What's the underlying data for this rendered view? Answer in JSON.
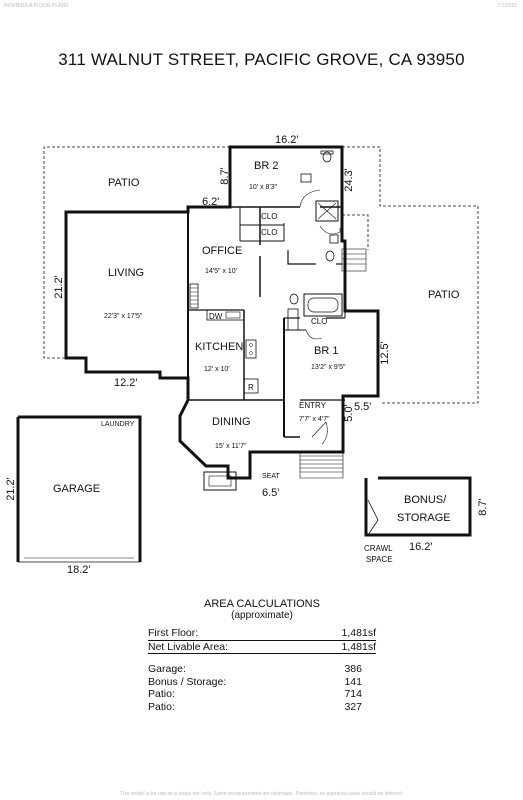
{
  "header": {
    "left": "PENINSULA FLOOR PLANS",
    "right": "7/1/2025"
  },
  "title": "311 WALNUT STREET, PACIFIC GROVE, CA  93950",
  "plan": {
    "rooms": {
      "br2": {
        "name": "BR 2",
        "dims": "10' x 8'3\""
      },
      "office": {
        "name": "OFFICE",
        "dims": "14'5\" x 10'"
      },
      "living": {
        "name": "LIVING",
        "dims": "22'3\" x 17'5\""
      },
      "kitchen": {
        "name": "KITCHEN",
        "dims": "12' x 10'"
      },
      "br1": {
        "name": "BR 1",
        "dims": "13'2\" x 9'5\""
      },
      "entry": {
        "name": "ENTRY",
        "dims": "7'7\" x 4'7\""
      },
      "dining": {
        "name": "DINING",
        "dims": "15' x 11'7\""
      },
      "garage": {
        "name": "GARAGE"
      },
      "bonus_line1": "BONUS/",
      "bonus_line2": "STORAGE",
      "patio_left": "PATIO",
      "patio_right": "PATIO"
    },
    "labels": {
      "clo1": "CLO",
      "clo2": "CLO",
      "clo3": "CLO",
      "dw": "DW",
      "r": "R",
      "laundry": "LAUNDRY",
      "seat": "SEAT",
      "crawl1": "CRAWL",
      "crawl2": "SPACE"
    },
    "dimensions": {
      "top": "16.2'",
      "br2_left": "8.7'",
      "br2_right": "24.3'",
      "office_top": "6.2'",
      "living_left": "21.2'",
      "living_bottom": "12.2'",
      "br1_right": "12.5'",
      "entry_right": "5.0'",
      "entry_top": "5.5'",
      "dining_bottom": "6.5'",
      "garage_left": "21.2'",
      "garage_bottom": "18.2'",
      "bonus_right": "8.7'",
      "bonus_bottom": "16.2'"
    }
  },
  "area": {
    "title": "AREA CALCULATIONS",
    "subtitle": "(approximate)",
    "rows": [
      {
        "label": "First  Floor:",
        "value": "1,481sf"
      },
      {
        "label": "Net Livable Area:",
        "value": "1,481sf"
      }
    ],
    "extras": [
      {
        "label": "Garage:",
        "value": "386"
      },
      {
        "label": "Bonus / Storage:",
        "value": "141"
      },
      {
        "label": "Patio:",
        "value": "714"
      },
      {
        "label": "Patio:",
        "value": "327"
      }
    ]
  },
  "footer": "This model is for use as a visual tool only. Some measurements are estimates. Therefore, no appraisal value should be inferred."
}
